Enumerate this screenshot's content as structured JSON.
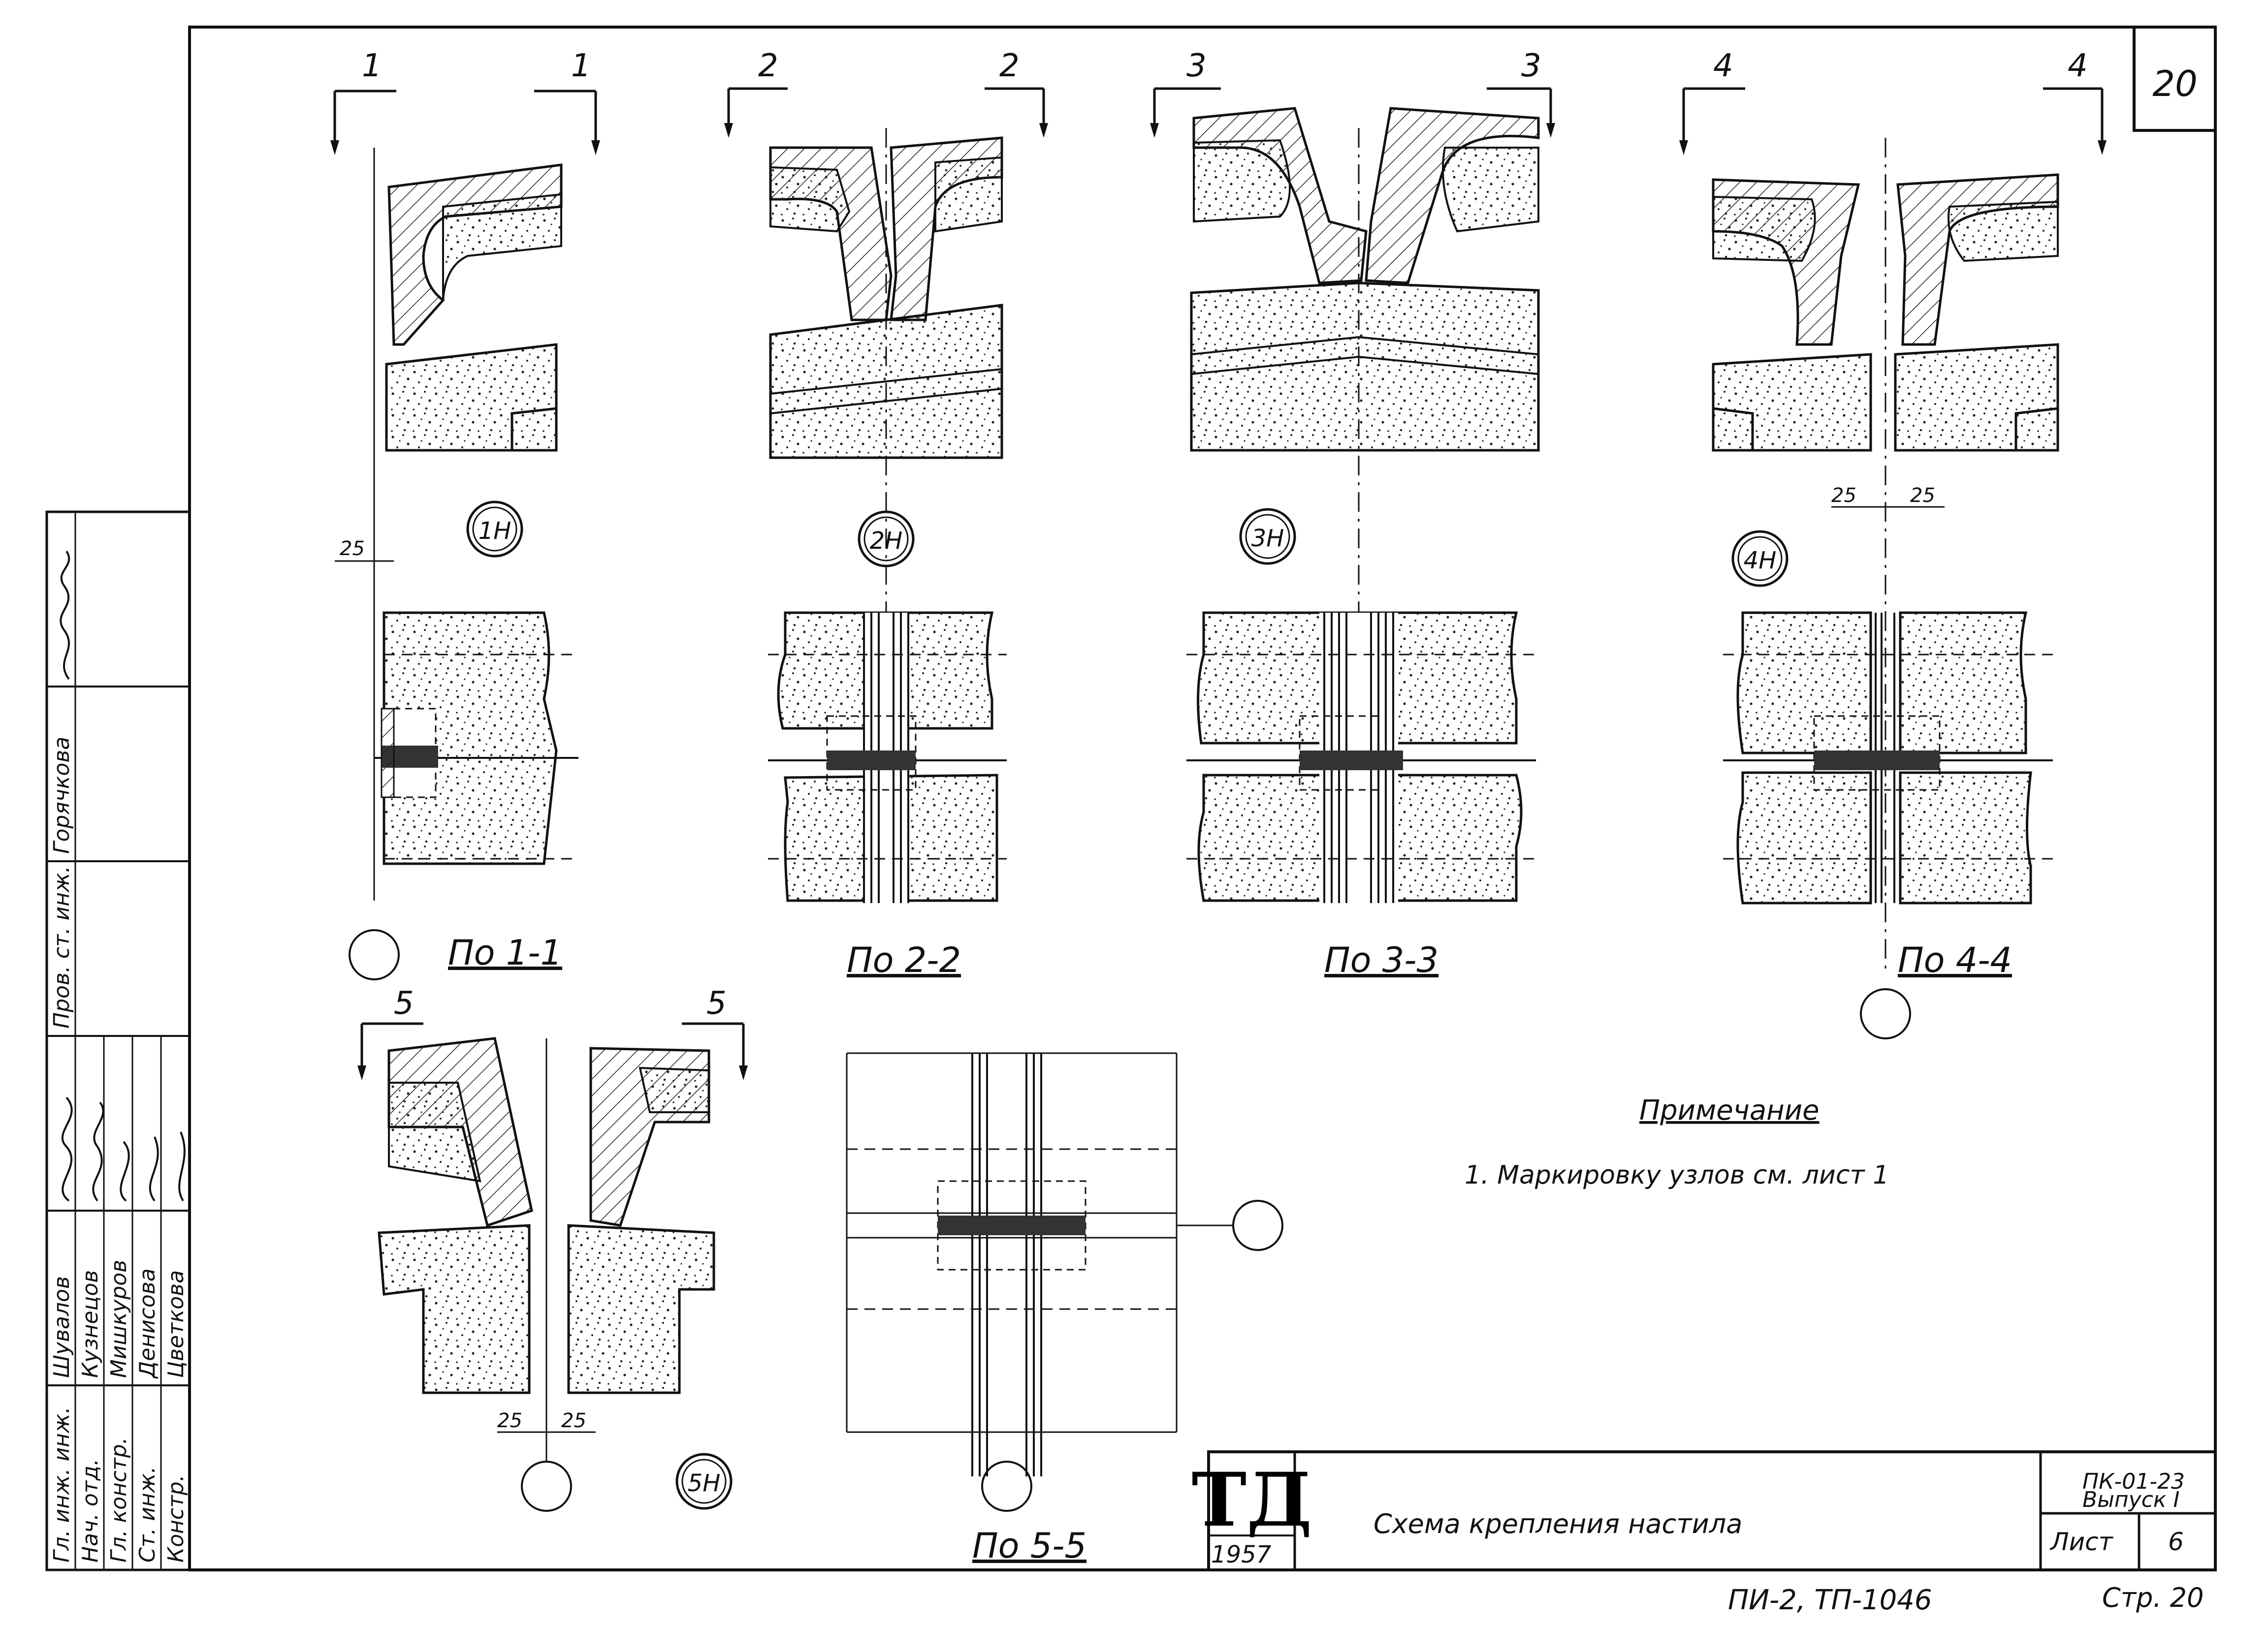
{
  "sheet": {
    "number": "20",
    "sheet_label": "Лист",
    "sheet_value": "6",
    "series": "ПК-01-23",
    "issue": "Выпуск I",
    "title": "Схема крепления настила",
    "logo": "ТД",
    "year": "1957",
    "footer_ref": "ПИ-2, ТП-1046",
    "page": "Стр. 20"
  },
  "sections": [
    {
      "left_mark": "1",
      "right_mark": "1",
      "node": "1Н",
      "plan_label": "По 1-1"
    },
    {
      "left_mark": "2",
      "right_mark": "2",
      "node": "2Н",
      "plan_label": "По 2-2"
    },
    {
      "left_mark": "3",
      "right_mark": "3",
      "node": "3Н",
      "plan_label": "По 3-3"
    },
    {
      "left_mark": "4",
      "right_mark": "4",
      "node": "4Н",
      "plan_label": "По 4-4"
    },
    {
      "left_mark": "5",
      "right_mark": "5",
      "node": "5Н",
      "plan_label": "По 5-5"
    }
  ],
  "dimensions": {
    "d1": "25",
    "d4_left": "25",
    "d4_right": "25",
    "d5_left": "25",
    "d5_right": "25"
  },
  "note": {
    "heading": "Примечание",
    "text": "1. Маркировку узлов см. лист 1"
  },
  "title_block": {
    "roles": [
      "Гл. инж. инж.",
      "Нач. отд.",
      "Гл. констр.",
      "Ст. инж.",
      "Констр."
    ],
    "names": [
      "Шувалов",
      "Кузнецов",
      "Мишкуров",
      "Денисова",
      "Цветкова"
    ],
    "check_role": "Пров. ст. инж.",
    "check_name": "Горячкова"
  }
}
